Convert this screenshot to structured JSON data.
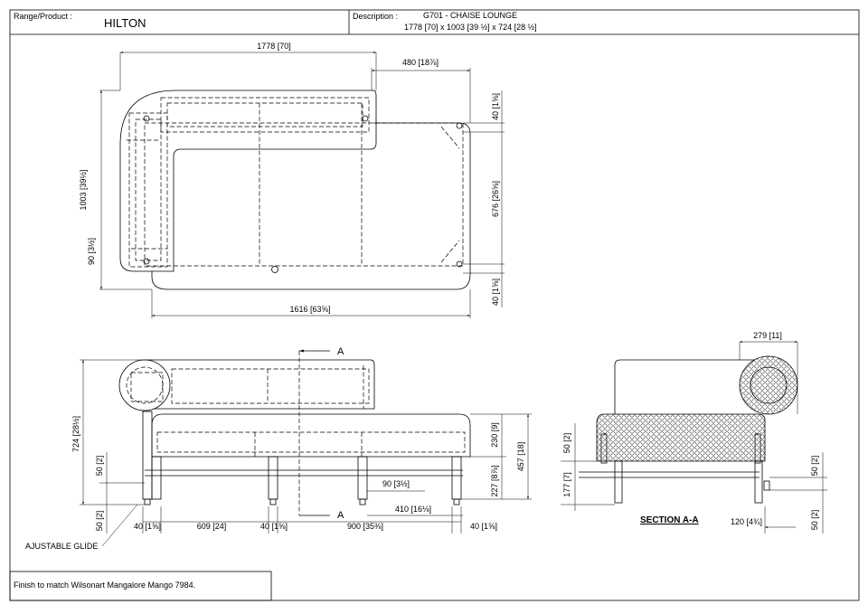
{
  "header": {
    "range_label": "Range/Product :",
    "range_value": "HILTON",
    "description_label": "Description :",
    "description_line1": "G701 - CHAISE LOUNGE",
    "description_line2": "1778 [70] x 1003 [39 ½] x 724 [28 ½]"
  },
  "top_view": {
    "overall_width": "1778 [70]",
    "arm_width": "480 [18⅞]",
    "depth": "1003 [39½]",
    "back_offset": "90 [3½]",
    "seat_length": "1616 [63⅝]",
    "top_gap": "40 [1⅝]",
    "inner_span": "676 [26⅝]",
    "bottom_gap": "40 [1⅝]"
  },
  "front_view": {
    "section_marker_top": "A",
    "section_marker_bottom": "A",
    "height": "724 [28½]",
    "glide_upper": "50 [2]",
    "glide_lower": "50 [2]",
    "cushion_height": "230 [9]",
    "seat_height": "457 [18]",
    "frame_height": "227 [8⅞]",
    "offset_90": "90 [3½]",
    "offset_410": "410 [16⅛]",
    "leg_1": "40 [1⅝]",
    "span_1": "609 [24]",
    "leg_2": "40 [1⅝]",
    "span_2": "900 [35⅜]",
    "leg_3": "40 [1⅝]",
    "glide_note": "AJUSTABLE GLIDE"
  },
  "section_view": {
    "bolster_width": "279 [11]",
    "cushion_drop": "50 [2]",
    "base_height": "177 [7]",
    "right_upper": "50 [2]",
    "right_lower": "50 [2]",
    "extension": "120 [4¾]",
    "title": "SECTION A-A"
  },
  "footer": {
    "note": "Finish to match Wilsonart Mangalore Mango 7984."
  }
}
